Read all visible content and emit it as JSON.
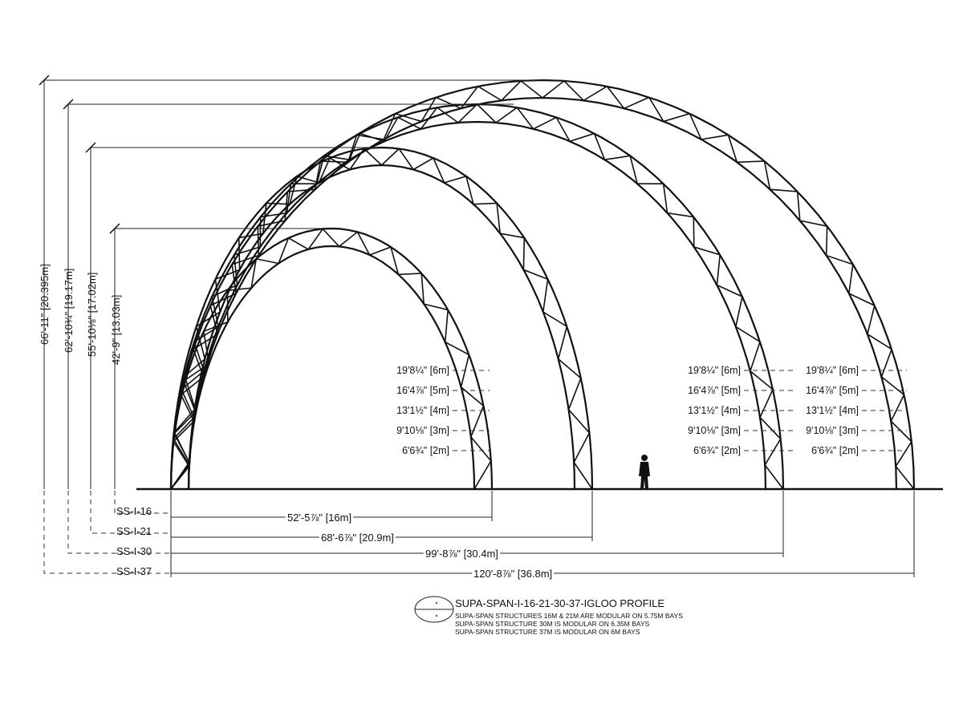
{
  "title_block": {
    "title": "SUPA-SPAN-I-16-21-30-37-IGLOO PROFILE",
    "notes": [
      "SUPA-SPAN STRUCTURES 16M & 21M ARE  MODULAR ON 5.75M BAYS",
      "SUPA-SPAN STRUCTURE 30M IS MODULAR ON 6.35M BAYS",
      "SUPA-SPAN STRUCTURE 37M IS MODULAR ON 6M BAYS"
    ]
  },
  "heights": [
    {
      "label": "66'-11\" [20.395m]"
    },
    {
      "label": "62'-10¾\" [19.17m]"
    },
    {
      "label": "55'-10⅛\" [17.02m]"
    },
    {
      "label": "42'-9\" [13.03m]"
    }
  ],
  "spans": [
    {
      "model": "SS-I-16",
      "label": "52'-5⅞\" [16m]"
    },
    {
      "model": "SS-I-21",
      "label": "68'-6⅞\" [20.9m]"
    },
    {
      "model": "SS-I-30",
      "label": "99'-8⅞\" [30.4m]"
    },
    {
      "model": "SS-I-37",
      "label": "120'-8⅞\" [36.8m]"
    }
  ],
  "height_marks": [
    "19'8¼\" [6m]",
    "16'4⅞\" [5m]",
    "13'1½\" [4m]",
    "9'10⅛\" [3m]",
    "6'6¾\" [2m]"
  ]
}
